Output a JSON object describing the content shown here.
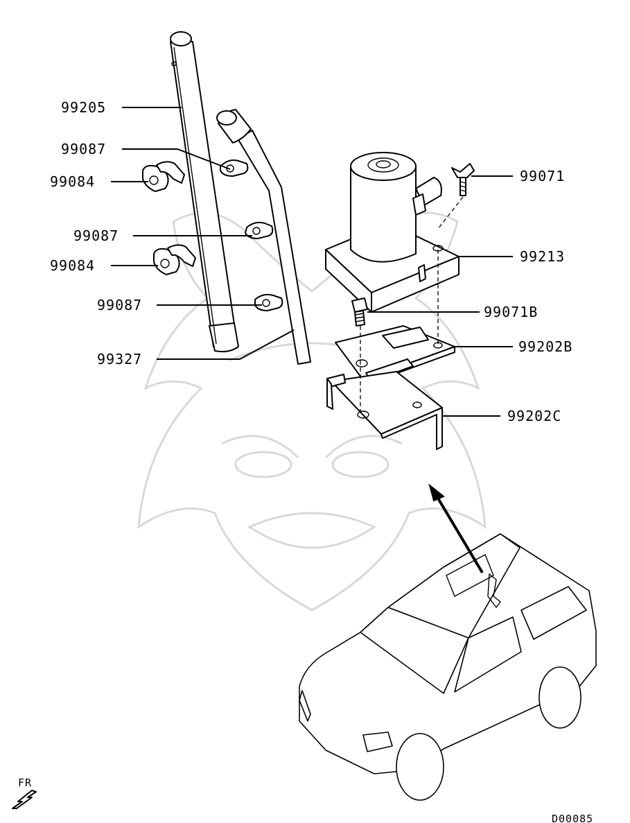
{
  "callouts": [
    {
      "id": "c1",
      "text": "99205"
    },
    {
      "id": "c2",
      "text": "99087"
    },
    {
      "id": "c3",
      "text": "99084"
    },
    {
      "id": "c4",
      "text": "99087"
    },
    {
      "id": "c5",
      "text": "99084"
    },
    {
      "id": "c6",
      "text": "99087"
    },
    {
      "id": "c7",
      "text": "99327"
    },
    {
      "id": "c8",
      "text": "99071"
    },
    {
      "id": "c9",
      "text": "99213"
    },
    {
      "id": "c10",
      "text": "99071B"
    },
    {
      "id": "c11",
      "text": "99202B"
    },
    {
      "id": "c12",
      "text": "99202C"
    }
  ],
  "direction_label": "FR",
  "diagram_code": "D00085"
}
